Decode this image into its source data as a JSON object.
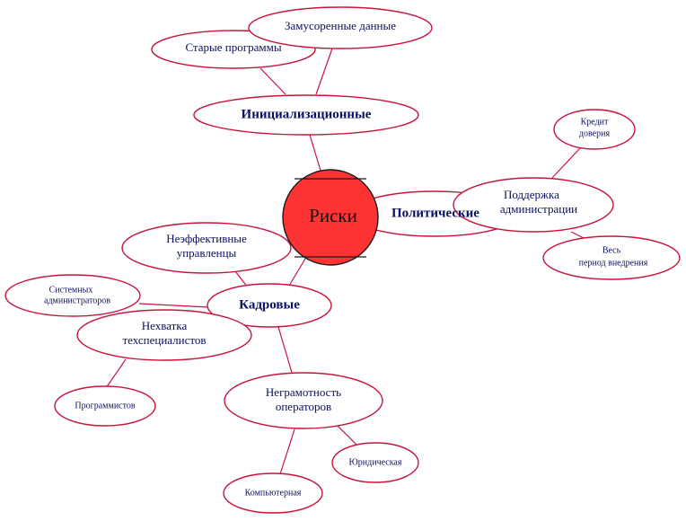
{
  "diagram": {
    "center": "Риски",
    "nodes": {
      "init": "Инициализационные",
      "old_programs": "Старые программы",
      "dirty_data": "Замусоренные данные",
      "political": "Политические",
      "admin_support": [
        "Поддержка",
        "администрации"
      ],
      "credit": [
        "Кредит",
        "доверия"
      ],
      "whole_period": [
        "Весь",
        "период внедрения"
      ],
      "ineffective": [
        "Неэффективные",
        "управленцы"
      ],
      "staff": "Кадровые",
      "sysadmins": [
        "Системных",
        "администраторов"
      ],
      "tech_shortage": [
        "Нехватка",
        "техспециалистов"
      ],
      "programmers": "Программистов",
      "illiteracy": [
        "Неграмотность",
        "операторов"
      ],
      "legal": "Юридическая",
      "computer": "Компьютерная"
    }
  }
}
